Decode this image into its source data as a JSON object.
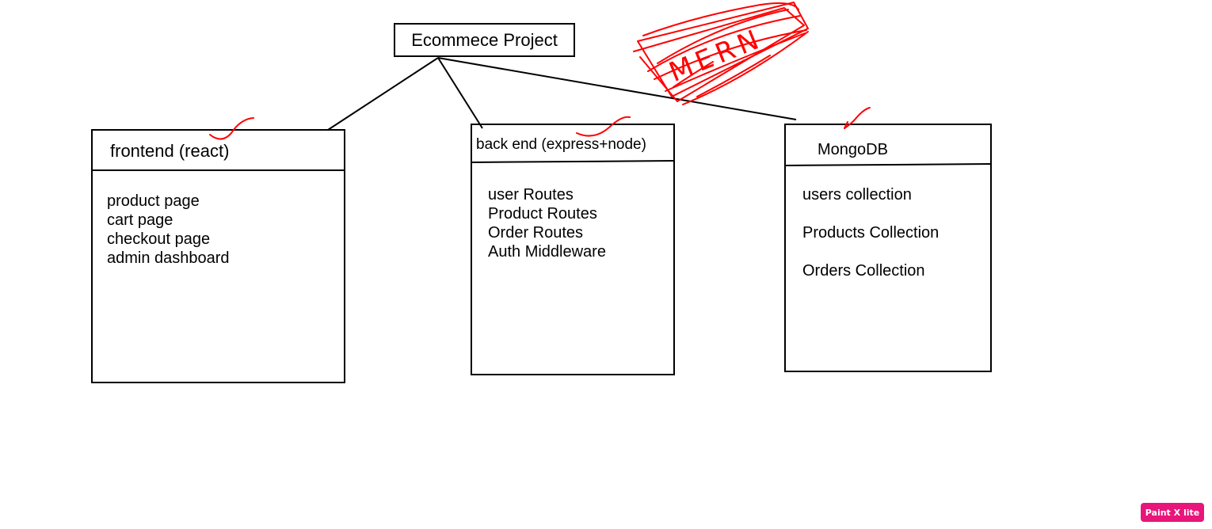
{
  "root": {
    "label": "Ecommece Project"
  },
  "frontend": {
    "title": "frontend (react)",
    "items": [
      "product page",
      "cart page",
      "checkout page",
      "admin dashboard"
    ]
  },
  "backend": {
    "title": "back end (express+node)",
    "items": [
      "user Routes",
      "Product Routes",
      "Order Routes",
      "Auth Middleware"
    ]
  },
  "database": {
    "title": "MongoDB",
    "items": [
      "users collection",
      "Products Collection",
      "Orders Collection"
    ]
  },
  "annotation": {
    "text": "MERN",
    "color": "#ff0000"
  },
  "watermark": {
    "text": "Paint X lite",
    "color": "#e8157a"
  },
  "colors": {
    "ink": "#000000",
    "annotation": "#ff0000"
  }
}
